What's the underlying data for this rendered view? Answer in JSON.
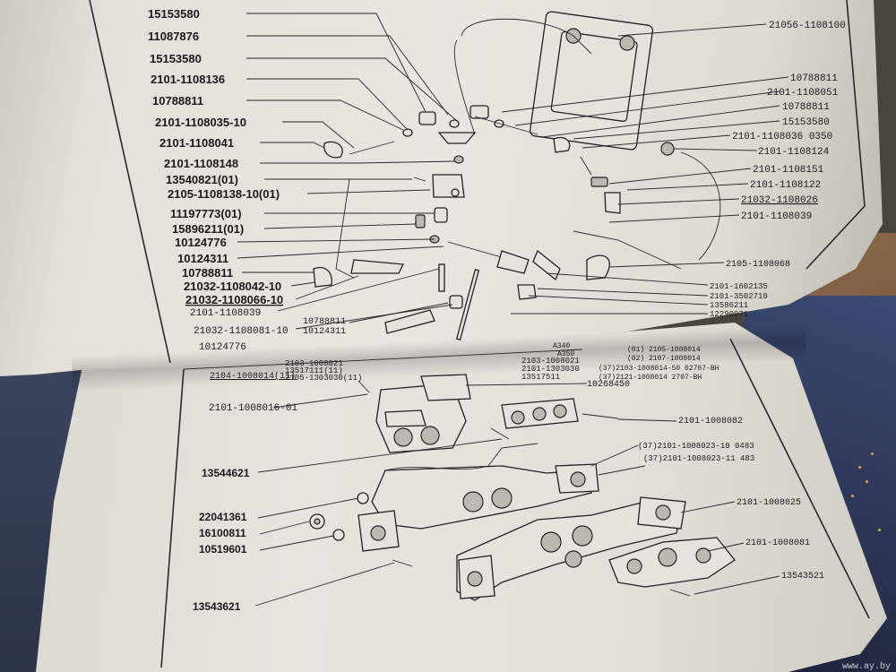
{
  "top_page": {
    "left_labels": [
      "15153580",
      "11087876",
      "15153580",
      "2101-1108136",
      "10788811",
      "2101-1108035-10",
      "2101-1108041",
      "2101-1108148",
      "13540821(01)",
      "2105-1108138-10(01)",
      "11197773(01)",
      "15896211(01)",
      "10124776",
      "10124311",
      "10788811",
      "21032-1108042-10",
      "21032-1108066-10",
      "2101-1108039",
      "21032-1108081-10",
      "10124776"
    ],
    "center_labels": [
      "10788811",
      "10124311"
    ],
    "right_labels": [
      "21056-1108100",
      "10788811",
      "2101-1108051",
      "10788811",
      "15153580",
      "2101-1108036  0350",
      "2101-1108124",
      "2101-1108151",
      "2101-1108122",
      "21032-1108026",
      "2101-1108039",
      "2105-1108068",
      "2101-1602135",
      "2101-3502710",
      "13586211",
      "12290071"
    ]
  },
  "bottom_page": {
    "header_labels": [
      "2103-1008021",
      "13517111(11)",
      "2105-1303030(11)",
      "A340",
      "A350",
      "2103-1008021",
      "2101-1303030",
      "13517511"
    ],
    "left_header": "2104-1008014(11)",
    "right_top": [
      "(01) 2105-1008014",
      "(02) 2107-1008014",
      "(37)2103-1008014-50  02707-ВН",
      "(37)2121-1008014   2707-ВН"
    ],
    "labels": {
      "l1": "10268450",
      "l2": "2101-1008016-01",
      "l3": "2101-1008082",
      "l4": "(37)2101-1008023-10  0483",
      "l5": "(37)2101-1008023-11   483",
      "l6": "13544621",
      "l7": "22041361",
      "l8": "16100811",
      "l9": "10519601",
      "l10": "2101-1008025",
      "l11": "2101-1008081",
      "l12": "13543521",
      "l13": "13543621"
    }
  },
  "watermark": "www.ay.by"
}
